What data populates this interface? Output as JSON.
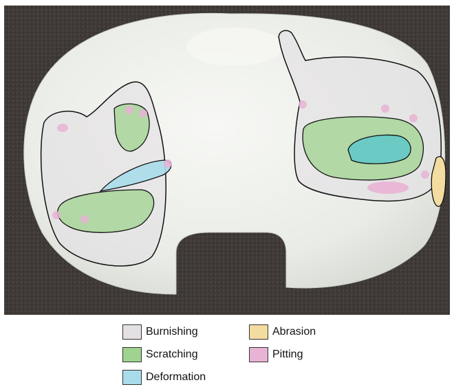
{
  "legend": [
    {
      "key": "burnishing",
      "label": "Burnishing",
      "color": "#e4e0e4"
    },
    {
      "key": "scratching",
      "label": "Scratching",
      "color": "#9fd38f"
    },
    {
      "key": "deformation",
      "label": "Deformation",
      "color": "#a8dcea"
    },
    {
      "key": "abrasion",
      "label": "Abrasion",
      "color": "#f3dca0"
    },
    {
      "key": "pitting",
      "label": "Pitting",
      "color": "#e8b3d4"
    }
  ],
  "colors": {
    "background_photo": "#3b3734",
    "insert_surface": "#eef1ea",
    "outline": "#111111"
  }
}
